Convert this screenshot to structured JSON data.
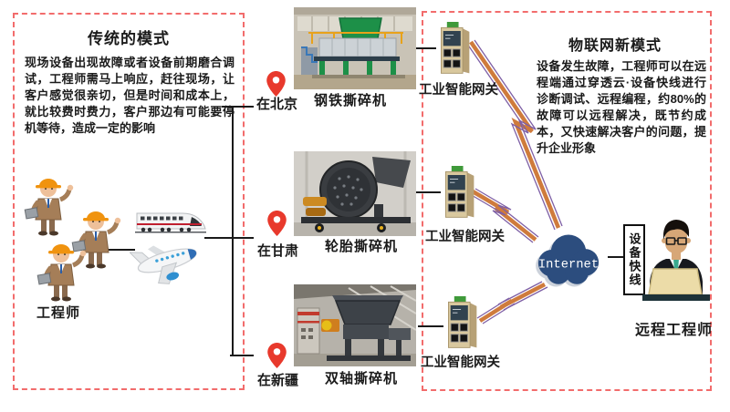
{
  "left_panel": {
    "title": "传统的模式",
    "body": "现场设备出现故障或者设备前期磨合调试，工程师需马上响应，赶往现场，让客户感觉很亲切，但是时间和成本上，就比较费时费力，客户那边有可能要停机等待，造成一定的影响",
    "engineers_label": "工程师"
  },
  "right_panel": {
    "title": "物联网新模式",
    "body": "设备发生故障，工程师可以在远程端通过穿透云·设备快线进行诊断调试、远程编程，约80%的故障可以远程解决，既节约成本，又快速解决客户的问题，提升企业形象",
    "remote_engineer_label": "远程工程师",
    "device_fastline_label": "设备快线"
  },
  "sites": [
    {
      "location": "在北京",
      "machine": "钢铁撕碎机",
      "gateway": "工业智能网关"
    },
    {
      "location": "在甘肃",
      "machine": "轮胎撕碎机",
      "gateway": "工业智能网关"
    },
    {
      "location": "在新疆",
      "machine": "双轴撕碎机",
      "gateway": "工业智能网关"
    }
  ],
  "cloud": {
    "label": "Internet"
  },
  "colors": {
    "dashed_border": "#f26c6c",
    "pin_red": "#e8392c",
    "cloud_blue": "#2c4d7e",
    "bolt_orange": "#cf7b3c",
    "bolt_purple": "#7e5fa5",
    "line_black": "#1a1a1a"
  }
}
